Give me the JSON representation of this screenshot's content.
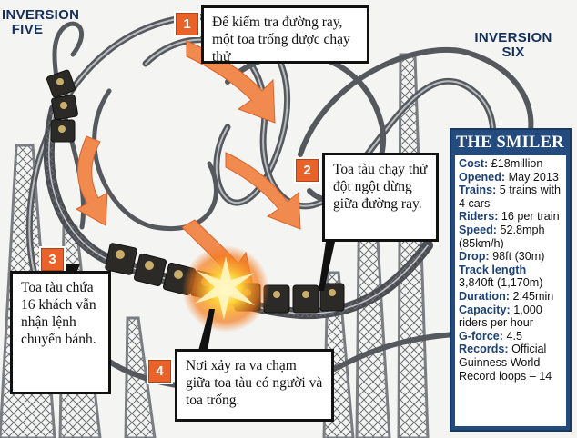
{
  "labels": {
    "inversion_five": "INVERSION FIVE",
    "inversion_six": "INVERSION SIX"
  },
  "callouts": [
    {
      "number": "1",
      "text": "Để kiểm tra đường ray, một toa trống được chạy thử"
    },
    {
      "number": "2",
      "text": "Toa tàu chạy thử đột ngột dừng giữa đường ray."
    },
    {
      "number": "3",
      "text": "Toa tàu chứa 16 khách vẫn nhận lệnh chuyển bánh."
    },
    {
      "number": "4",
      "text": "Nơi xảy ra va chạm giữa toa tàu có người và toa trống."
    }
  ],
  "factbox": {
    "title": "THE SMILER",
    "facts": [
      {
        "key": "Cost:",
        "value": "£18million"
      },
      {
        "key": "Opened:",
        "value": "May 2013"
      },
      {
        "key": "Trains:",
        "value": "5 trains with 4 cars"
      },
      {
        "key": "Riders:",
        "value": "16 per train"
      },
      {
        "key": "Speed:",
        "value": "52.8mph (85km/h)"
      },
      {
        "key": "Drop:",
        "value": "98ft (30m)"
      },
      {
        "key": "Track length",
        "value": "3,840ft (1,170m)"
      },
      {
        "key": "Duration:",
        "value": "2:45min"
      },
      {
        "key": "Capacity:",
        "value": "1,000 riders per hour"
      },
      {
        "key": "G-force:",
        "value": "4.5"
      },
      {
        "key": "Records:",
        "value": "Official Guinness World Record loops – 14"
      }
    ]
  },
  "colors": {
    "accent_orange": "#e8622a",
    "factbox_blue": "#244b7d",
    "label_navy": "#14305a",
    "track_gray": "#5b5e63"
  }
}
